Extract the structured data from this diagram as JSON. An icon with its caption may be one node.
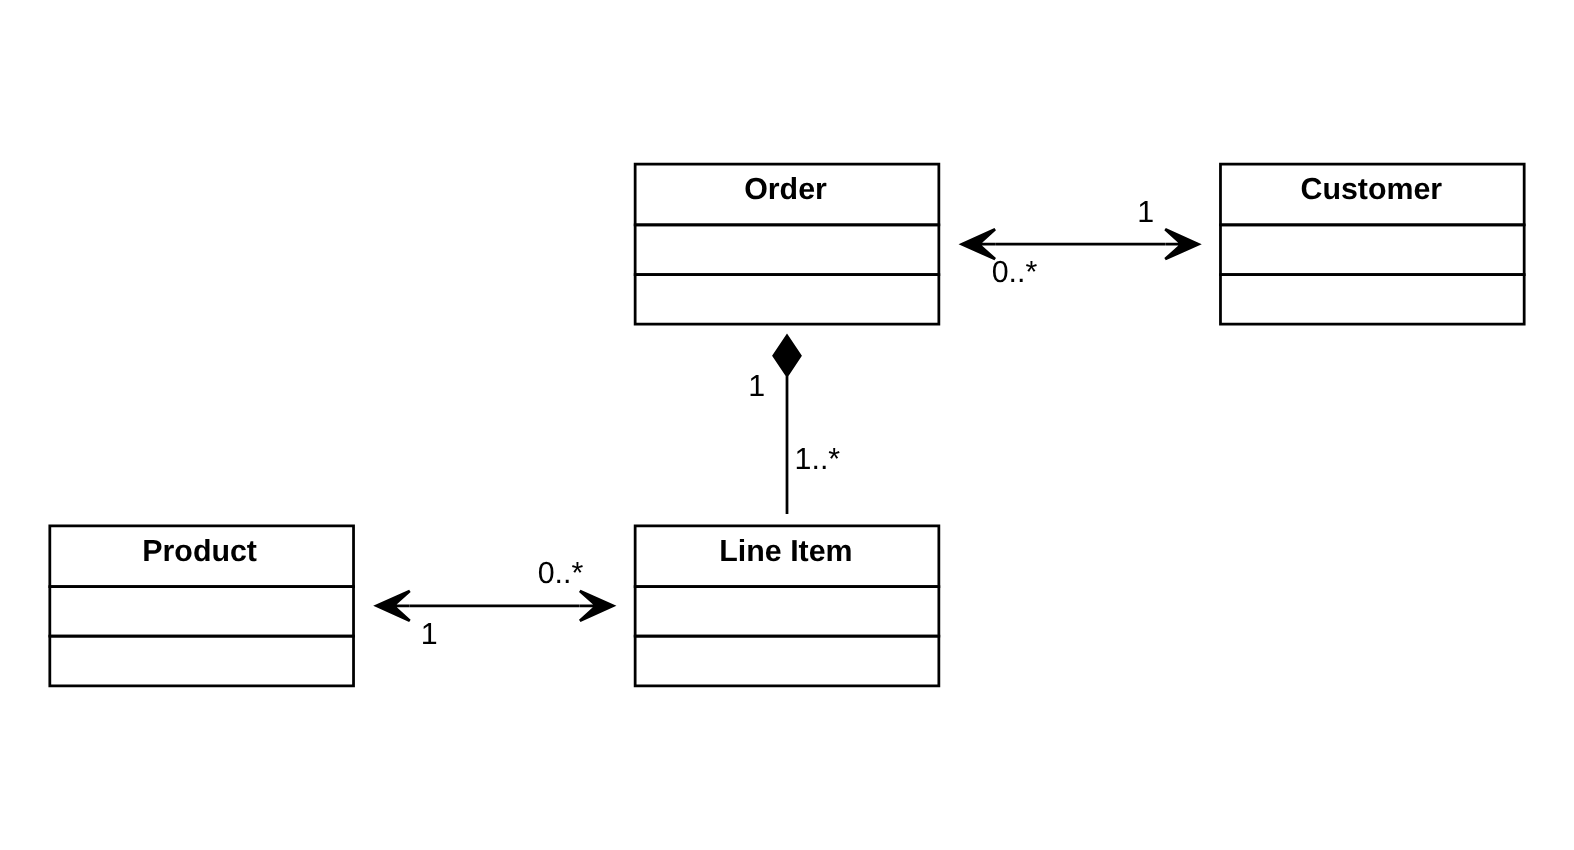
{
  "diagram": {
    "nodes": [
      {
        "text": [
          "Order"
        ]
      },
      {
        "text": [
          "Customer"
        ]
      },
      {
        "text": [
          "Product"
        ]
      },
      {
        "text": [
          "Line Item"
        ]
      }
    ],
    "edges": [
      {
        "from": 0,
        "to": 1,
        "arrow": "both"
      },
      {
        "from": 0,
        "to": 3,
        "arrow": "other"
      },
      {
        "from": 2,
        "to": 3,
        "arrow": "both"
      }
    ],
    "labels": [
      "0..*",
      "1",
      "1",
      "1..*",
      "1",
      "0..*"
    ]
  }
}
